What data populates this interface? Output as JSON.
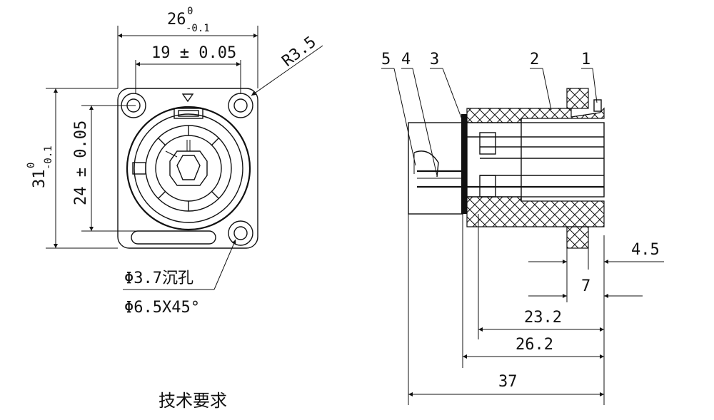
{
  "front_view": {
    "width_dim": "26",
    "width_tol_upper": "0",
    "width_tol_lower": "-0.1",
    "hole_spacing": "19 ± 0.05",
    "radius": "R3.5",
    "height_dim": "31",
    "height_tol_upper": "0",
    "height_tol_lower": "-0.1",
    "vertical_spacing": "24 ± 0.05",
    "hole_note_1": "Φ3.7沉孔",
    "hole_note_2": "Φ6.5X45°"
  },
  "side_view": {
    "part_labels": [
      "5",
      "4",
      "3",
      "2",
      "1"
    ],
    "dim_4_5": "4.5",
    "dim_7": "7",
    "dim_23_2": "23.2",
    "dim_26_2": "26.2",
    "dim_37": "37"
  },
  "footer_text": "技术要求"
}
